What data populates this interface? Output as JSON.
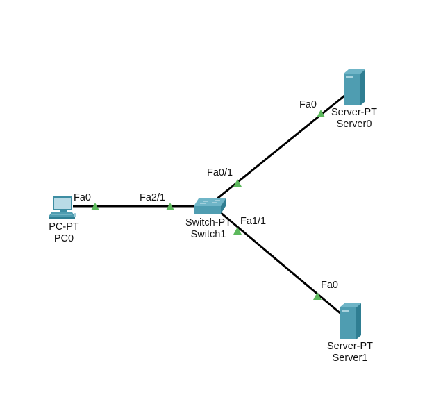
{
  "colors": {
    "link": "#000000",
    "link_status_up": "#5cb85c",
    "device_blue": "#4f9db1",
    "device_dark": "#2f7e92",
    "device_light": "#8fc6d4",
    "background": "#ffffff"
  },
  "devices": [
    {
      "id": "pc0",
      "type": "pc-icon",
      "model": "PC-PT",
      "name": "PC0"
    },
    {
      "id": "switch1",
      "type": "switch-icon",
      "model": "Switch-PT",
      "name": "Switch1"
    },
    {
      "id": "server0",
      "type": "server-icon",
      "model": "Server-PT",
      "name": "Server0"
    },
    {
      "id": "server1",
      "type": "server-icon",
      "model": "Server-PT",
      "name": "Server1"
    }
  ],
  "links": [
    {
      "from": "pc0",
      "from_port": "Fa0",
      "to": "switch1",
      "to_port": "Fa2/1",
      "status": "up"
    },
    {
      "from": "switch1",
      "from_port": "Fa0/1",
      "to": "server0",
      "to_port": "Fa0",
      "status": "up"
    },
    {
      "from": "switch1",
      "from_port": "Fa1/1",
      "to": "server1",
      "to_port": "Fa0",
      "status": "up"
    }
  ]
}
